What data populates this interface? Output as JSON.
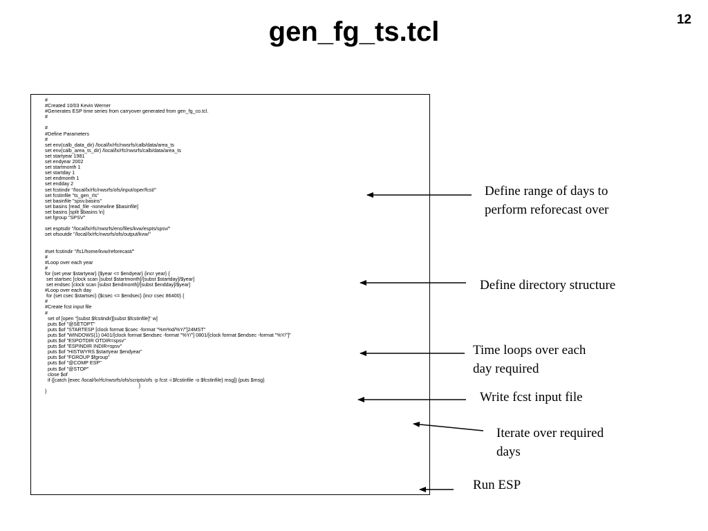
{
  "slide": {
    "title": "gen_fg_ts.tcl",
    "page_number": "12"
  },
  "code": {
    "lines": [
      "#",
      "#Created 10/03 Kevin Werner",
      "#Generates ESP time series from carryover generated from gen_fg_co.tcl.",
      "#",
      "",
      "#",
      "#Define Parameters",
      "#",
      "set env(calb_data_dir) /local/lx/rfc/nwsrfs/calb/data/area_ts",
      "set env(calb_area_ts_dir) /local/lx/rfc/nwsrfs/calb/data/area_ts",
      "set startyear 1981",
      "set endyear 2002",
      "set startmonth 1",
      "set startday 1",
      "set endmonth 1",
      "set endday 2",
      "set fcstindir \"/local/lx/rfc/nwsrfs/ofs/input/oper/fcst/\"",
      "set fcstinfile \"ts_gen_rls\"",
      "set basinfile \"spsv.basins\"",
      "set basins [read_file -nonewline $basinfile]",
      "set basins [split $basins \\n]",
      "set fgroup \"SPSV\"",
      "",
      "set esptsdir \"/local/lx/rfc/nwsrfs/ens/files/kvw/espts/spsv/\"",
      "set ofsoutdir \"/local/lx/rfc/nwsrfs/ofs/output/kvw/\"",
      "",
      "",
      "#set fcstindir \"/fs1/home/kvw/reforecast/\"",
      "#",
      "#Loop over each year",
      "#",
      "for {set year $startyear} {$year <= $endyear} {incr year} {",
      " set startsec [clock scan [subst $startmonth]/[subst $startday]/$year]",
      " set endsec [clock scan [subst $endmonth]/[subst $endday]/$year]",
      "#Loop over each day",
      " for {set csec $startsec} {$csec <= $endsec} {incr csec 86400} {",
      "#",
      "#Create fcst input file",
      "#",
      "  set of [open \"[subst $fcstindir][subst $fcstinfile]\" w]",
      "  puts $of \"@SETOPT\"",
      "  puts $of \"STARTESP [clock format $csec -format \"%m%d/%Y/\"]24MST\"",
      "  puts $of \"WINDOWS(1) 0401/[clock format $endsec -format \"%Y/\"] 0801/[clock format $endsec -format \"%Y/\"]\"",
      "  puts $of \"ESPOTDIR OTDIR=spsv\"",
      "  puts $of \"ESPINDIR INDIR=spsv\"",
      "  puts $of \"HISTWYRS $startyear $endyear\"",
      "  puts $of \"FGROUP $fgroup\"",
      "  puts $of \"@COMP ESP\"",
      "  puts $of \"@STOP\"",
      "  close $of",
      "  if {[catch {exec /local/lx/rfc/nwsrfs/ofs/scripts/ofs -p fcst -i $fcstinfile -o $fcstinfile} msg]} {puts $msg}",
      "                                                                    }",
      "}"
    ]
  },
  "annotations": [
    {
      "lines": [
        "Define range of days to",
        "perform reforecast over"
      ]
    },
    {
      "lines": [
        "Define directory structure"
      ]
    },
    {
      "lines": [
        "Time loops over each",
        "day required"
      ]
    },
    {
      "lines": [
        "Write fcst input file"
      ]
    },
    {
      "lines": [
        "Iterate over required",
        "days"
      ]
    },
    {
      "lines": [
        "Run ESP"
      ]
    }
  ]
}
